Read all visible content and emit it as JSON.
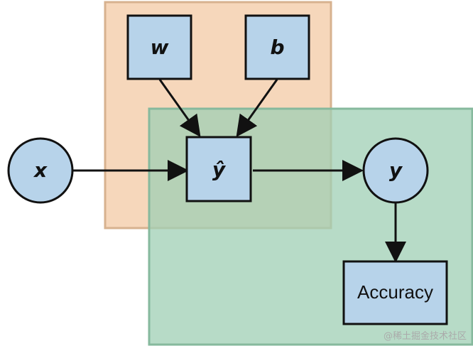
{
  "diagram": {
    "nodes": {
      "w": {
        "label": "w",
        "shape": "square"
      },
      "b": {
        "label": "b",
        "shape": "square"
      },
      "x": {
        "label": "x",
        "shape": "circle"
      },
      "yhat": {
        "label": "ŷ",
        "shape": "square"
      },
      "y": {
        "label": "y",
        "shape": "circle"
      },
      "accuracy": {
        "label": "Accuracy",
        "shape": "rectangle"
      }
    },
    "edges": [
      {
        "from": "w",
        "to": "yhat"
      },
      {
        "from": "b",
        "to": "yhat"
      },
      {
        "from": "x",
        "to": "yhat"
      },
      {
        "from": "yhat",
        "to": "y"
      },
      {
        "from": "y",
        "to": "accuracy"
      }
    ],
    "regions": {
      "orange": {
        "color": "#f3c9a4"
      },
      "green": {
        "color": "#9fcfb4"
      }
    },
    "colors": {
      "node_fill": "#b7d3ea",
      "node_stroke": "#111111"
    }
  },
  "watermark": {
    "text": "@稀土掘金技术社区"
  }
}
